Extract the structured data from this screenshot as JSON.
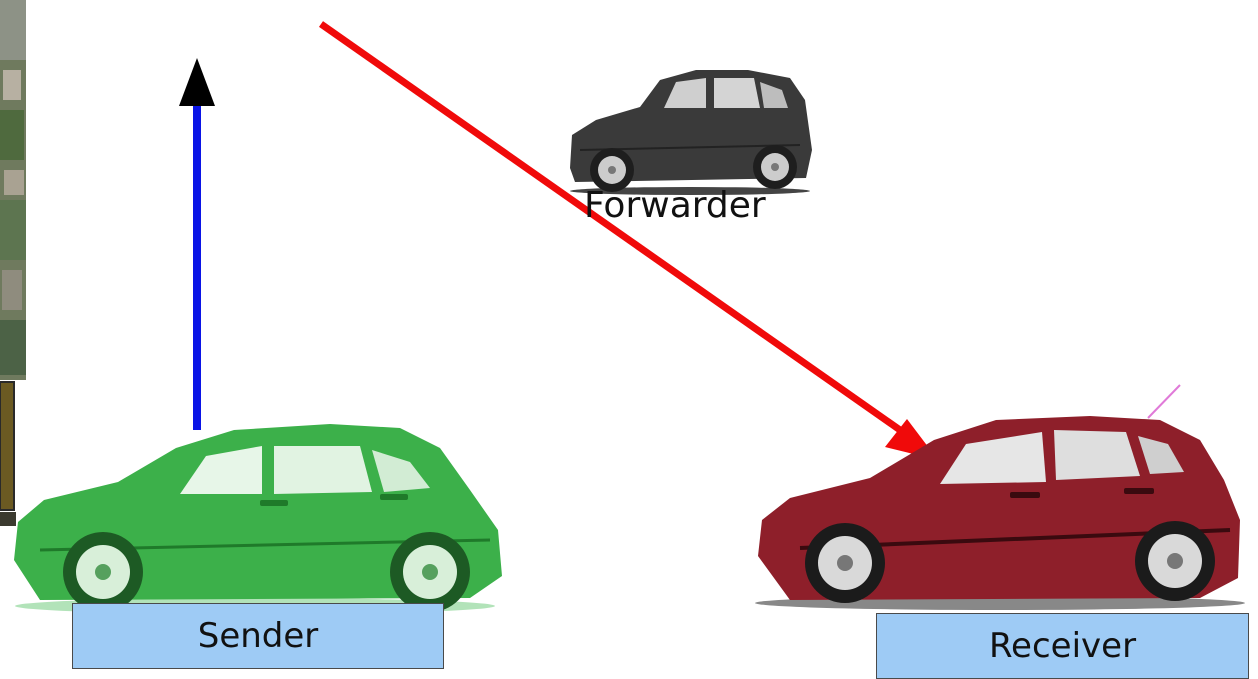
{
  "nodes": {
    "sender": {
      "label": "Sender",
      "color": "#3cb04a"
    },
    "forwarder": {
      "label": "Forwarder",
      "color": "#3a3a3a"
    },
    "receiver": {
      "label": "Receiver",
      "color": "#8e1f2a"
    }
  },
  "arrows": {
    "blue": {
      "color": "#0a14e6"
    },
    "red": {
      "color": "#f00a0a"
    }
  },
  "label_box_color": "#9ecbf5"
}
